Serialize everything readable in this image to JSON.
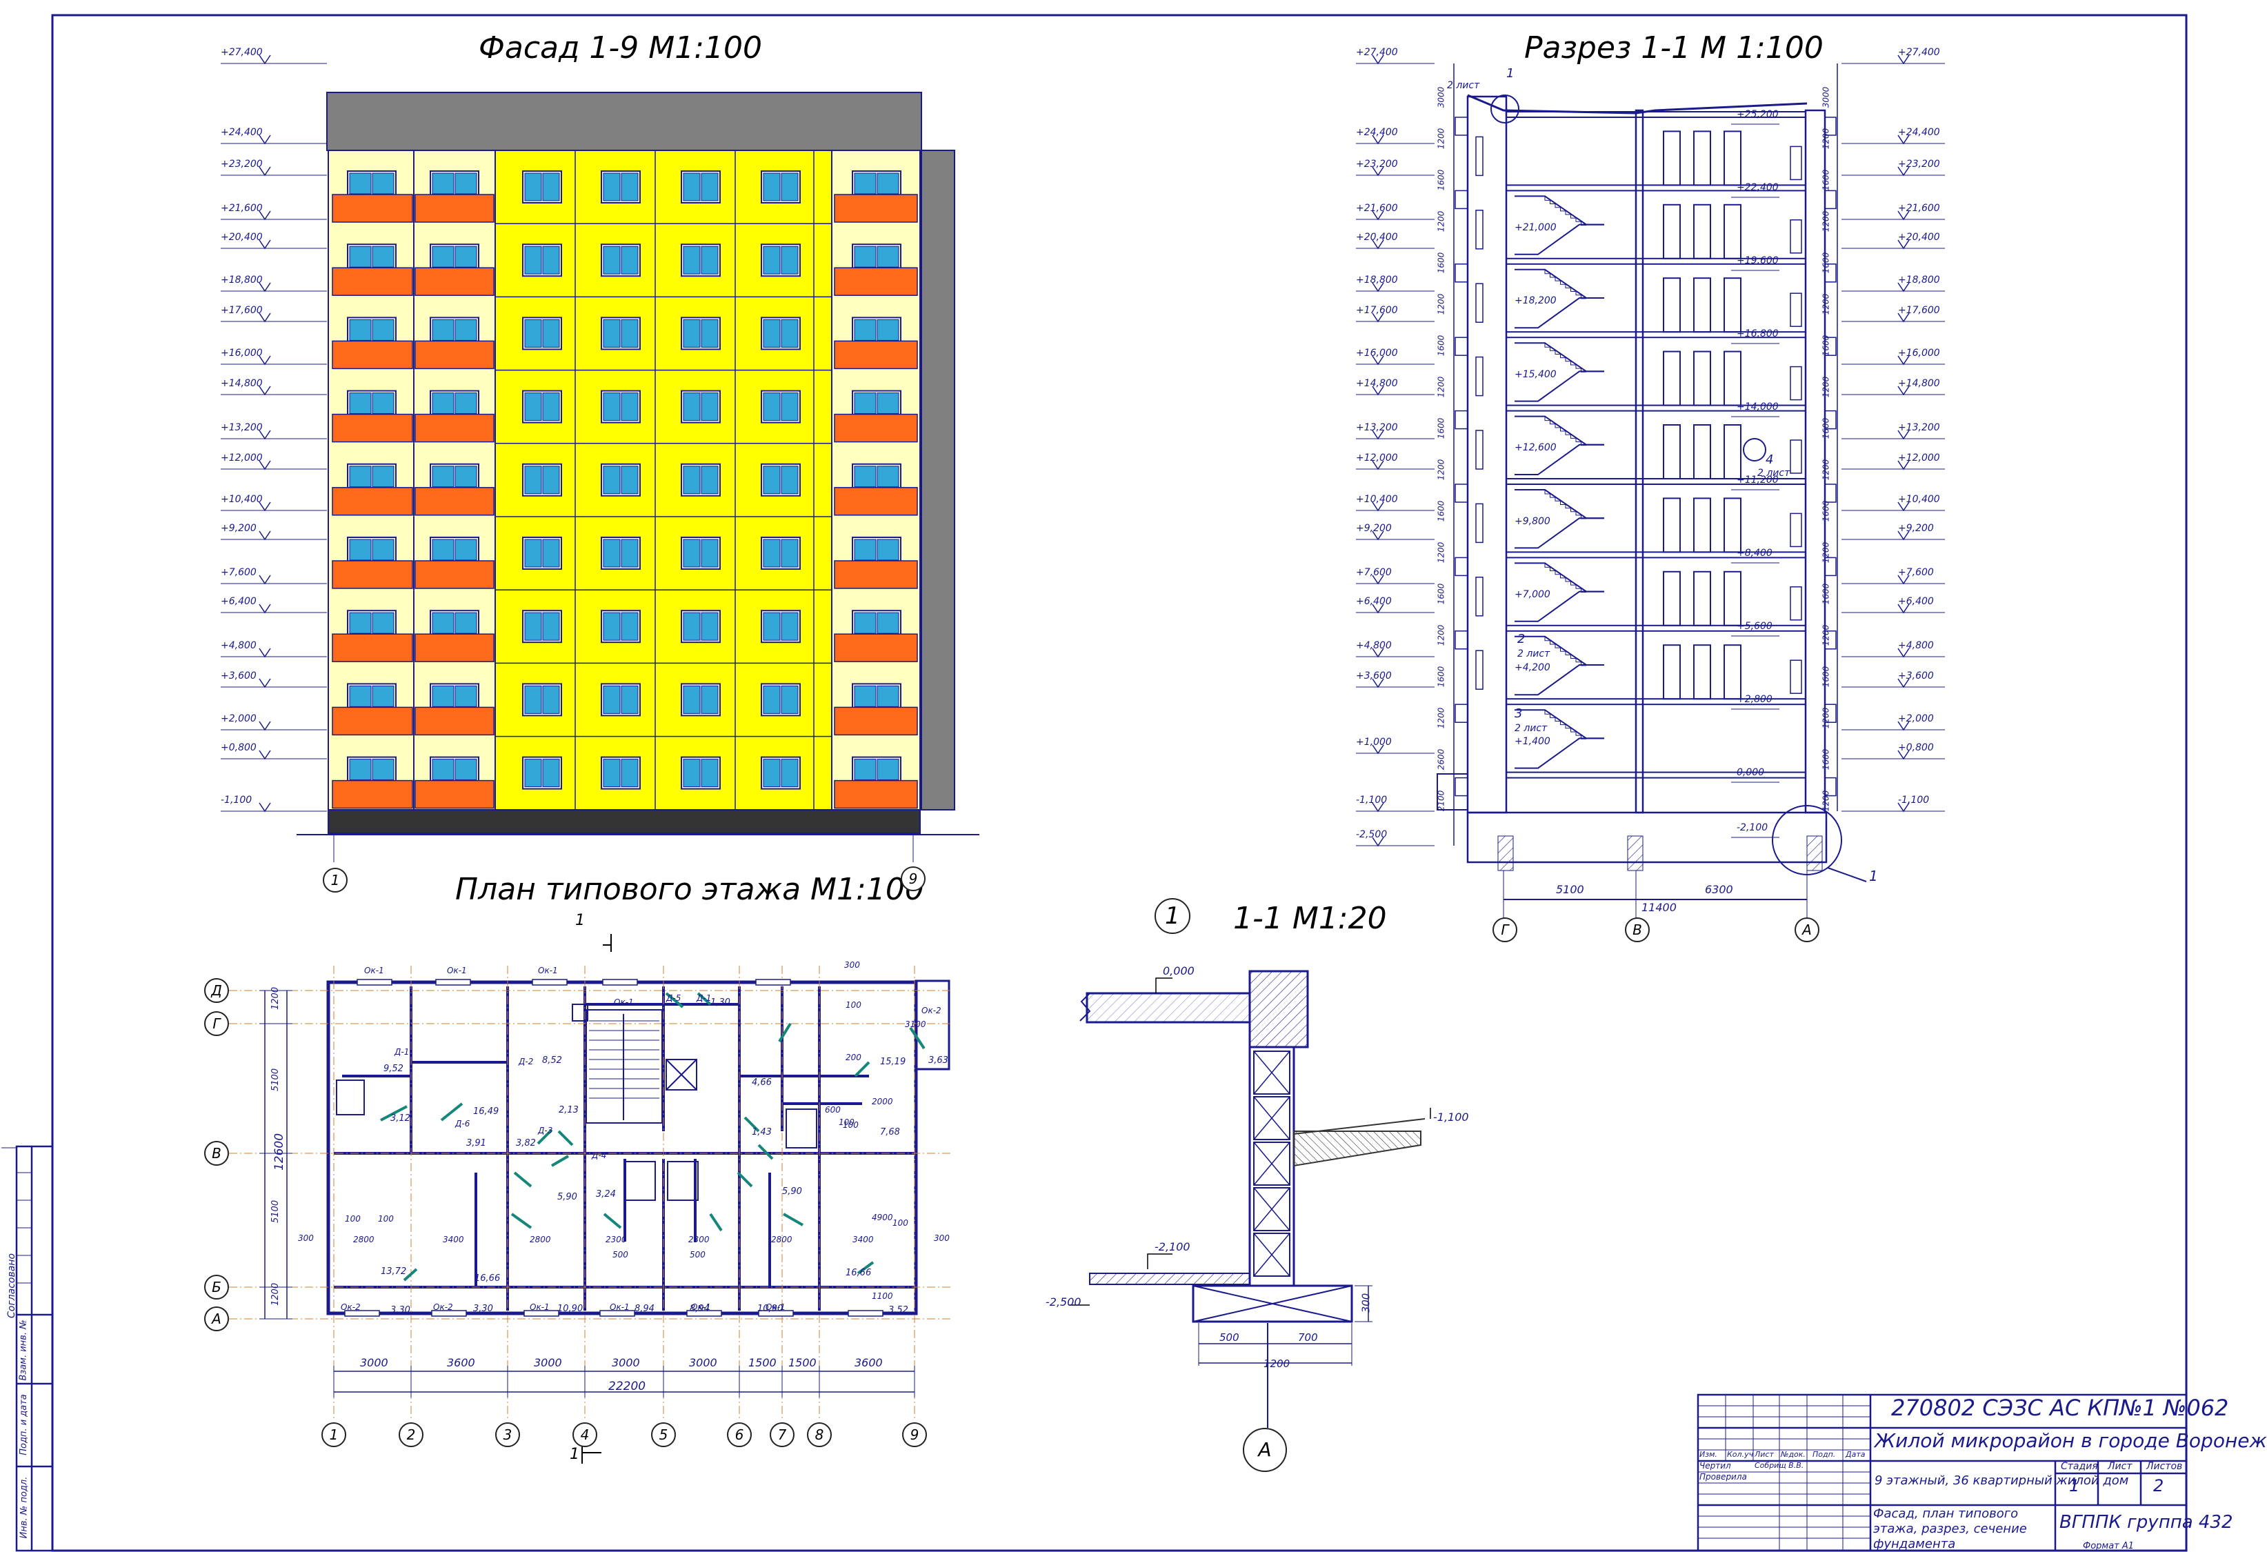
{
  "titles": {
    "facade": "Фасад 1-9 М1:100",
    "section": "Разрез 1-1 М 1:100",
    "plan": "План типового этажа М1:100",
    "detail_number": "1",
    "detail": "1-1 М1:20"
  },
  "facade": {
    "levels_left": [
      "+27,400",
      "+24,400",
      "+23,200",
      "+21,600",
      "+20,400",
      "+18,800",
      "+17,600",
      "+16,000",
      "+14,800",
      "+13,200",
      "+12,000",
      "+10,400",
      "+9,200",
      "+7,600",
      "+6,400",
      "+4,800",
      "+3,600",
      "+2,000",
      "+0,800",
      "-1,100"
    ],
    "axis_left": "1",
    "axis_right": "9",
    "colors": {
      "panel": "#ffff00",
      "balcony": "#ff6a1a",
      "wall": "#ffffc0",
      "roof": "#808080",
      "window": "#33a8d8",
      "plinth": "#333333",
      "line": "#1a1a8c"
    }
  },
  "section": {
    "levels_left": [
      "+27,400",
      "+24,400",
      "+23,200",
      "+21,600",
      "+20,400",
      "+18,800",
      "+17,600",
      "+16,000",
      "+14,800",
      "+13,200",
      "+12,000",
      "+10,400",
      "+9,200",
      "+7,600",
      "+6,400",
      "+4,800",
      "+3,600",
      "+1,000",
      "-1,100",
      "-2,500"
    ],
    "levels_right": [
      "+27,400",
      "+24,400",
      "+23,200",
      "+21,600",
      "+20,400",
      "+18,800",
      "+17,600",
      "+16,000",
      "+14,800",
      "+13,200",
      "+12,000",
      "+10,400",
      "+9,200",
      "+7,600",
      "+6,400",
      "+4,800",
      "+3,600",
      "+2,000",
      "+0,800",
      "-1,100"
    ],
    "levels_interior": [
      "+25,200",
      "+22,400",
      "+19,600",
      "+16,800",
      "+14,000",
      "+11,200",
      "+8,400",
      "+5,600",
      "+2,800",
      "0,000",
      "-2,100"
    ],
    "levels_stair": [
      "+21,000",
      "+18,200",
      "+15,400",
      "+12,600",
      "+9,800",
      "+7,000",
      "+4,200",
      "+1,400"
    ],
    "dims_left": [
      "3000",
      "1200",
      "1600",
      "1200",
      "1600",
      "1200",
      "1600",
      "1200",
      "1600",
      "1200",
      "1600",
      "1200",
      "1600",
      "1200",
      "1600",
      "1200",
      "2600",
      "2100"
    ],
    "dims_right": [
      "3000",
      "1200",
      "1600",
      "1200",
      "1600",
      "1200",
      "1600",
      "1200",
      "1600",
      "1200",
      "1600",
      "1200",
      "1600",
      "1200",
      "1600",
      "1200",
      "1600",
      "1200"
    ],
    "bottom_dims": [
      "5100",
      "6300"
    ],
    "total": "11400",
    "axes": [
      "Г",
      "В",
      "А"
    ],
    "callouts": [
      {
        "num": "1",
        "sheet": "2 лист"
      },
      {
        "num": "2",
        "sheet": "2 лист"
      },
      {
        "num": "3",
        "sheet": "2 лист"
      },
      {
        "num": "4",
        "sheet": "2 лист"
      }
    ],
    "marker": "1"
  },
  "plan": {
    "axes_rows": [
      "Д",
      "Г",
      "В",
      "Б",
      "А"
    ],
    "axes_cols": [
      "1",
      "2",
      "3",
      "4",
      "5",
      "6",
      "7",
      "8",
      "9"
    ],
    "left_dims": [
      "1200",
      "5100",
      "5100",
      "1200"
    ],
    "left_total": "12600",
    "bottom_dims": [
      "3000",
      "3600",
      "3000",
      "3000",
      "3000",
      "1500",
      "1500",
      "3600"
    ],
    "total": "22200",
    "room_areas": [
      "8,52",
      "16,49",
      "3,12",
      "2,13",
      "3,91",
      "3,82",
      "5,90",
      "13,72",
      "16,66",
      "3,30",
      "3,30",
      "10,90",
      "8,94",
      "8,94",
      "10,90",
      "4,66",
      "1,43",
      "7,68",
      "15,19",
      "3,63",
      "3,24",
      "5,90",
      "16,66",
      "3,52",
      "1,30",
      "9,52"
    ],
    "labels": [
      "Ок-1",
      "Ок-1",
      "Ок-1",
      "Ок-1",
      "Д-5",
      "Д-1",
      "Д-1",
      "Д-2",
      "Д-6",
      "Д-3",
      "Д-4",
      "Ок-2",
      "Ок-2",
      "Ок-1",
      "Ок-1",
      "Ок-1",
      "Ок-1",
      "Ок-2"
    ],
    "misc_dims": [
      "300",
      "100",
      "200",
      "600",
      "100",
      "3100",
      "2000",
      "100",
      "2800",
      "3400",
      "2800",
      "2300",
      "2300",
      "2800",
      "3400",
      "4900",
      "500",
      "500",
      "300",
      "300",
      "100",
      "100",
      "100",
      "1100"
    ],
    "section_marker": "1"
  },
  "detail": {
    "levels": [
      "0,000",
      "-1,100",
      "-2,100",
      "-2,500"
    ],
    "dims": [
      "500",
      "700",
      "1200",
      "300"
    ],
    "axis": "А"
  },
  "title_block": {
    "code": "270802 СЭЗС АС КП№1 №062",
    "project": "Жилой микрорайон в городе Воронеж",
    "object": "9 этажный, 36 квартирный жилой дом",
    "sheet_desc": "Фасад, план типового этажа, разрез, сечение фундамента",
    "org": "ВГППК группа 432",
    "header_cells": [
      "Изм.",
      "Кол.уч",
      "Лист",
      "№док.",
      "Подп.",
      "Дата"
    ],
    "roles": [
      "Чертил",
      "Проверила"
    ],
    "author": "Собрищ В.В.",
    "stage_headers": [
      "Стадия",
      "Лист",
      "Листов"
    ],
    "stage_values": [
      "1",
      "2"
    ],
    "format": "Формат   А1"
  },
  "margin_stamp": {
    "agreed": "Согласовано",
    "cells": [
      "Инв. № подл.",
      "Подп. и дата",
      "Взам. инв. №"
    ]
  }
}
